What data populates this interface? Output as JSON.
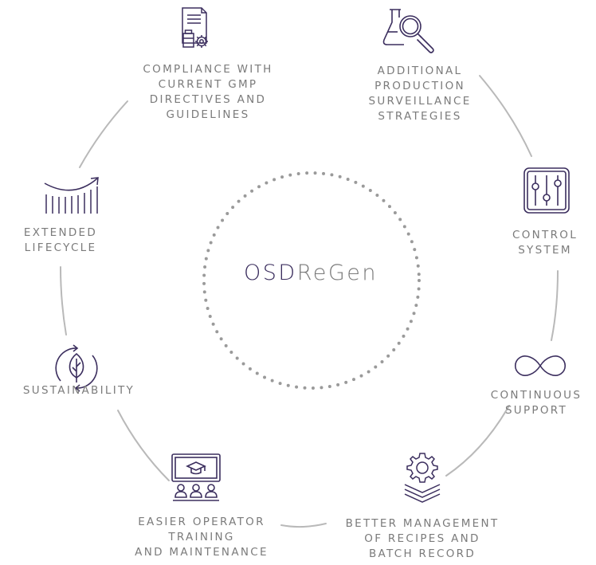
{
  "diagram": {
    "center_title": {
      "part1": "OSD",
      "part2": "ReGen"
    },
    "items": [
      {
        "id": "gmp",
        "label": "COMPLIANCE WITH\nCURRENT GMP\nDIRECTIVES AND\nGUIDELINES",
        "icon": "document-bottle-gear-icon"
      },
      {
        "id": "surveillance",
        "label": "ADDITIONAL\nPRODUCTION\nSURVEILLANCE\nSTRATEGIES",
        "icon": "flask-magnifier-icon"
      },
      {
        "id": "control",
        "label": "CONTROL\nSYSTEM",
        "icon": "control-sliders-icon"
      },
      {
        "id": "support",
        "label": "CONTINUOUS\nSUPPORT",
        "icon": "infinity-icon"
      },
      {
        "id": "recipes",
        "label": "BETTER MANAGEMENT\nOF RECIPES AND\nBATCH RECORD",
        "icon": "gear-layers-icon"
      },
      {
        "id": "training",
        "label": "EASIER OPERATOR\nTRAINING\nAND MAINTENANCE",
        "icon": "classroom-screen-icon"
      },
      {
        "id": "sustainability",
        "label": "SUSTAINABILITY",
        "icon": "recycle-leaf-icon"
      },
      {
        "id": "lifecycle",
        "label": "EXTENDED\nLIFECYCLE",
        "icon": "growth-bars-icon"
      }
    ],
    "colors": {
      "icon": "#3b2e5e",
      "label": "#7b7b7b",
      "arc": "#b9b9b9",
      "dots": "#9a9a9a",
      "title_dark": "#3b2e5e",
      "title_light": "#7a7a7a"
    }
  }
}
